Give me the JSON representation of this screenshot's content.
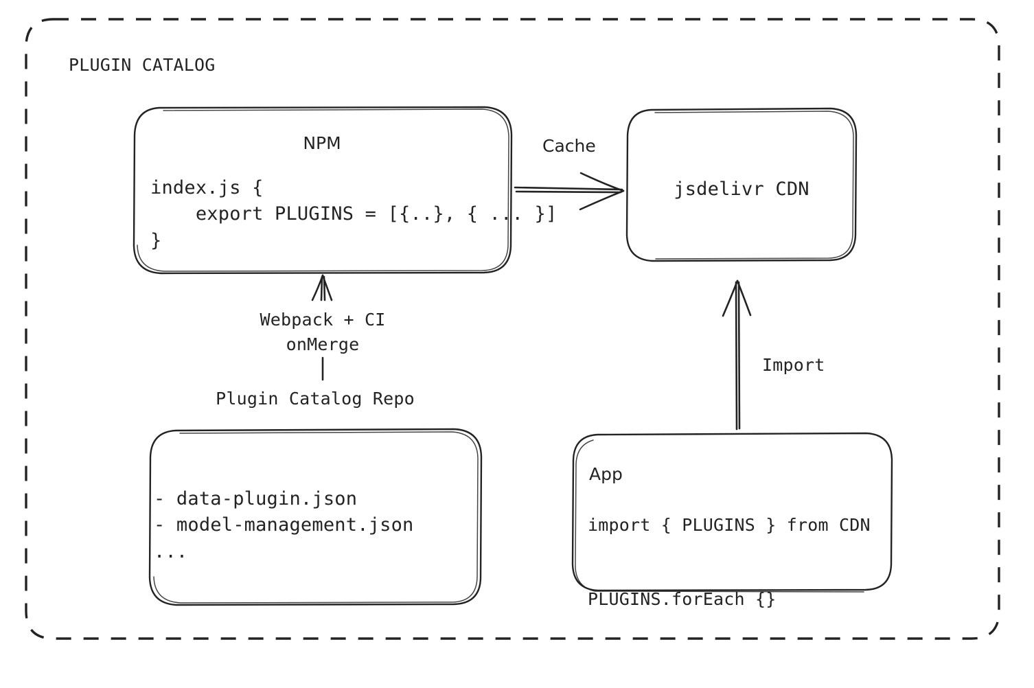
{
  "frame": {
    "title": "PLUGIN CATALOG",
    "style": "dashed-rounded-rectangle"
  },
  "colors": {
    "stroke": "#232323",
    "background": "#ffffff"
  },
  "nodes": {
    "npm": {
      "title": "NPM",
      "code": "index.js {\n    export PLUGINS = [{..}, { ... }]\n}"
    },
    "cdn": {
      "title": "jsdelivr CDN"
    },
    "repo": {
      "label": "Plugin Catalog Repo",
      "items": "- data-plugin.json\n- model-management.json\n..."
    },
    "app": {
      "title": "App",
      "code": "import { PLUGINS } from CDN\n\nPLUGINS.forEach {}"
    }
  },
  "edges": {
    "cache": {
      "label": "Cache",
      "from": "npm",
      "to": "cdn",
      "direction": "right"
    },
    "build": {
      "label": "Webpack + CI\nonMerge",
      "from": "repo",
      "to": "npm",
      "direction": "up"
    },
    "import": {
      "label": "Import",
      "from": "app",
      "to": "cdn",
      "direction": "up"
    }
  }
}
